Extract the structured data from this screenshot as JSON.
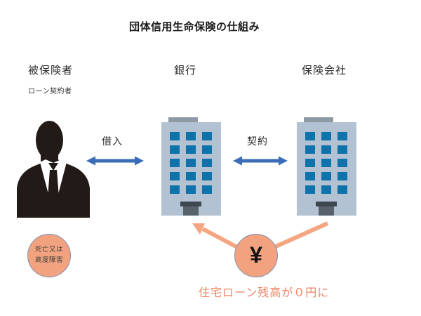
{
  "title": "団体信用生命保険の仕組み",
  "actors": {
    "insured": {
      "label": "被保険者",
      "sublabel": "ローン契約者"
    },
    "bank": {
      "label": "銀行"
    },
    "insurer": {
      "label": "保険会社"
    }
  },
  "relations": {
    "borrow": "借入",
    "contract": "契約"
  },
  "trigger_circle": {
    "line1": "死亡又は",
    "line2": "高度障害"
  },
  "payout_circle": {
    "symbol": "¥"
  },
  "result_text": "住宅ローン残高が０円に",
  "colors": {
    "arrow_blue": "#3a6cb7",
    "building_body": "#b3c2d3",
    "building_window": "#0e73ab",
    "building_roof": "#8e99a4",
    "door_dark": "#3c4750",
    "door_light": "#57626b",
    "salmon_fill": "#f2a27e",
    "salmon_arrow": "#f4a683",
    "salmon_text": "#ee8465",
    "circle_border": "#8090b5",
    "person_silhouette": "#221a17"
  }
}
